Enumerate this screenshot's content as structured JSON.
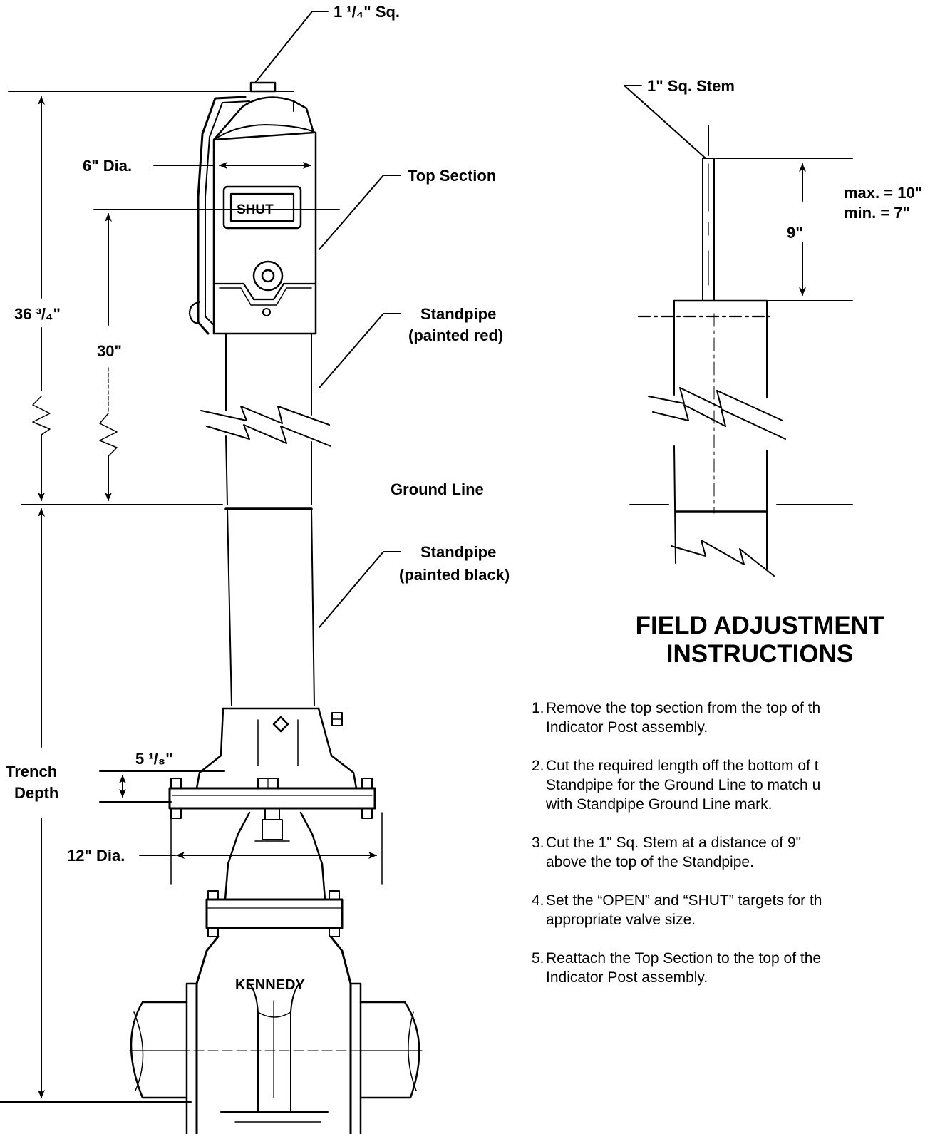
{
  "labels": {
    "top_square": "1 ¹/₄\" Sq.",
    "stem_square": "1\" Sq. Stem",
    "top_dia": "6\" Dia.",
    "top_section": "Top Section",
    "stem_max": "max. = 10\"",
    "stem_min": "min. = 7\"",
    "stem_cut": "9\"",
    "overall_height": "36 ³/₄\"",
    "post_height": "30\"",
    "standpipe_red_1": "Standpipe",
    "standpipe_red_2": "(painted red)",
    "ground_line": "Ground Line",
    "standpipe_black_1": "Standpipe",
    "standpipe_black_2": "(painted black)",
    "base_height": "5 ¹/₈\"",
    "trench_1": "Trench",
    "trench_2": "Depth",
    "flange_dia": "12\" Dia.",
    "target_word": "SHUT",
    "valve_brand": "KENNEDY"
  },
  "instructions": {
    "title_line1": "FIELD ADJUSTMENT",
    "title_line2": "INSTRUCTIONS",
    "steps": [
      {
        "num": "1.",
        "line1": "Remove the top section from the top of th",
        "line2": "Indicator Post assembly."
      },
      {
        "num": "2.",
        "line1": "Cut the required length off the bottom of t",
        "line2": "Standpipe for the Ground Line to match u",
        "line3": "with Standpipe Ground Line mark."
      },
      {
        "num": "3.",
        "line1": "Cut the 1\" Sq. Stem at a distance of 9\"",
        "line2": "above the top of the Standpipe."
      },
      {
        "num": "4.",
        "line1": "Set the “OPEN” and “SHUT” targets for th",
        "line2": "appropriate valve size."
      },
      {
        "num": "5.",
        "line1": "Reattach the Top Section to the top of the",
        "line2": "Indicator Post assembly."
      }
    ]
  }
}
